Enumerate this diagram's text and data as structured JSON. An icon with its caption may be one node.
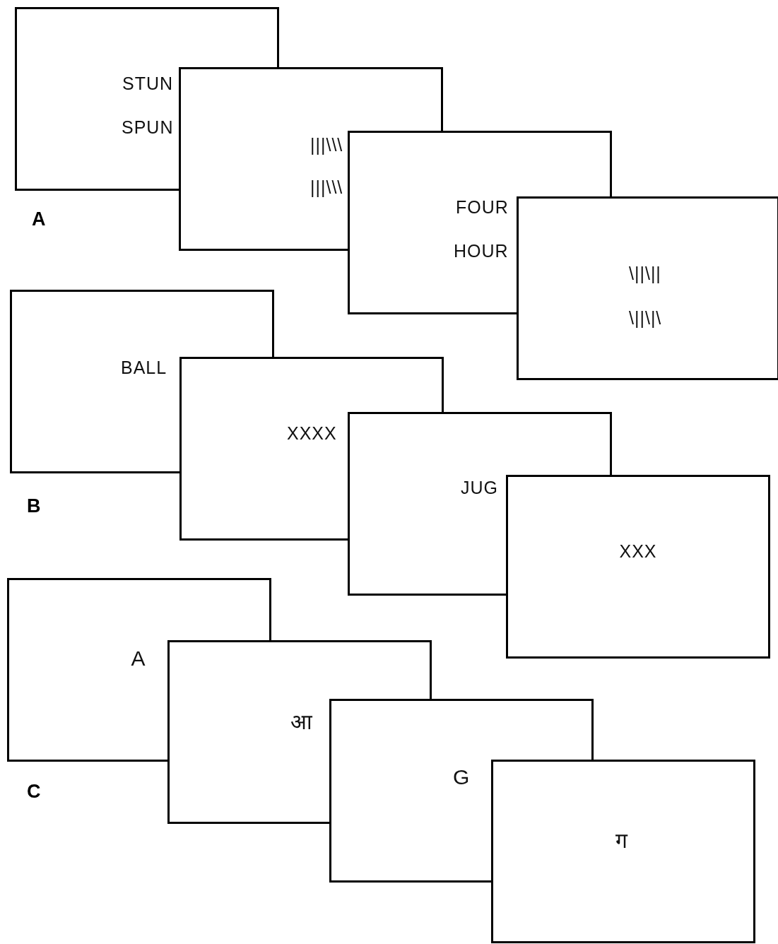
{
  "diagram": {
    "nodes": [
      {
        "text": [
          "STUN",
          "SPUN"
        ]
      },
      {
        "text": [
          "|||\\\\\\",
          "|||\\\\\\"
        ]
      },
      {
        "text": [
          "FOUR",
          "HOUR"
        ]
      },
      {
        "text": [
          "\\||\\||",
          "\\||\\|\\"
        ]
      },
      {
        "text": [
          "BALL"
        ]
      },
      {
        "text": [
          "XXXX"
        ]
      },
      {
        "text": [
          "JUG"
        ]
      },
      {
        "text": [
          "XXX"
        ]
      },
      {
        "text": [
          "A"
        ]
      },
      {
        "text": [
          "आ"
        ]
      },
      {
        "text": [
          "G"
        ]
      },
      {
        "text": [
          "ग"
        ]
      }
    ],
    "labels": [
      "A",
      "B",
      "C"
    ]
  }
}
